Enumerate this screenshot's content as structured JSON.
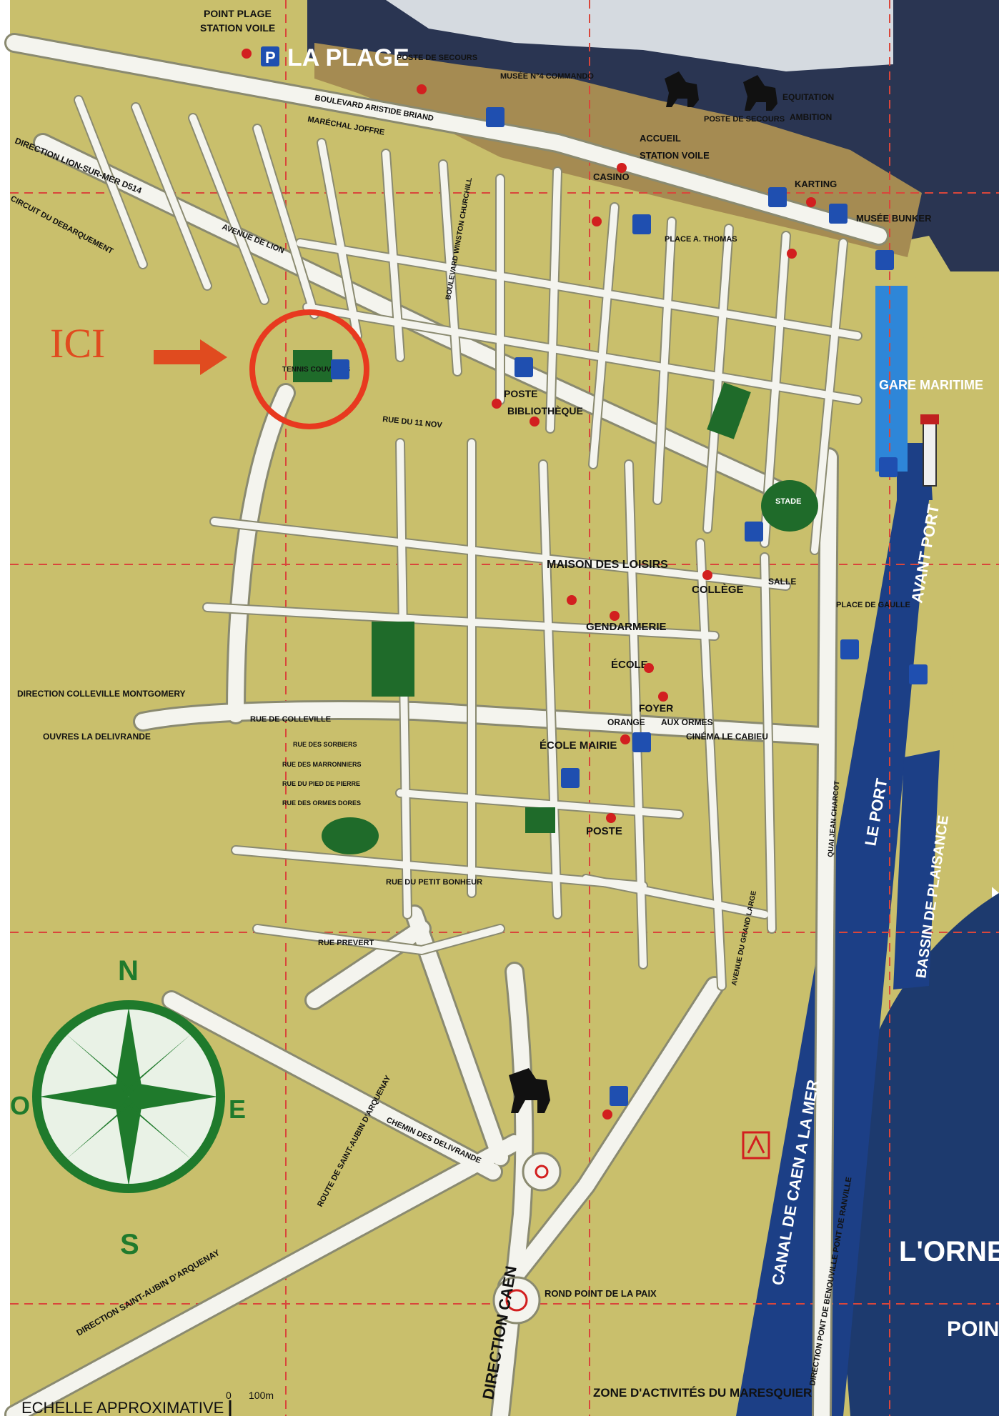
{
  "map": {
    "top_labels": {
      "point_plage": "POINT PLAGE",
      "station_voile": "STATION VOILE",
      "la_plage": "LA PLAGE",
      "poste_secours_top": "POSTE DE SECOURS",
      "musee": "MUSÉE N°4 COMMANDO",
      "poste_secours_beach": "POSTE DE SECOURS",
      "accueil": "ACCUEIL",
      "station_voile_2": "STATION VOILE",
      "equitation": "EQUITATION",
      "equitation_2": "AMBITION",
      "casino": "CASINO",
      "karting": "KARTING",
      "musee_bunker": "MUSÉE BUNKER",
      "place_thomas": "PLACE A. THOMAS"
    },
    "you_are_here": "ICI",
    "tennis": "TENNIS COUVERTS",
    "directions": {
      "lion": "DIRECTION LION-SUR-MER D514",
      "circuit": "CIRCUIT DU DEBARQUEMENT",
      "colleville": "DIRECTION COLLEVILLE MONTGOMERY",
      "ouvres": "OUVRES LA DELIVRANDE",
      "saint_aubin": "DIRECTION SAINT-AUBIN D'ARQUENAY",
      "caen": "DIRECTION CAEN",
      "pegasus": "DIRECTION PONT DE BENOUVILLE PONT DE RANVILLE"
    },
    "places": {
      "poste": "POSTE",
      "bibliotheque": "BIBLIOTHÈQUE",
      "maison_loisirs": "MAISON DES LOISIRS",
      "college": "COLLÈGE",
      "gendarmerie": "GENDARMERIE",
      "ecole": "ÉCOLE",
      "foyer": "FOYER",
      "orange": "ORANGE",
      "aux_ormes": "AUX ORMES",
      "cinema": "CINÉMA LE CABIEU",
      "ecole_mairie": "ÉCOLE MAIRIE",
      "poste_2": "POSTE",
      "gare_maritime": "GARE MARITIME",
      "salle": "SALLE",
      "stade": "STADE",
      "place_gaulle": "PLACE DE GAULLE",
      "rond_point": "ROND POINT DE LA PAIX",
      "zone": "ZONE D'ACTIVITÉS DU MARESQUIER"
    },
    "water": {
      "avant_port": "AVANT PORT",
      "le_port": "LE PORT",
      "bassin": "BASSIN DE PLAISANCE",
      "canal": "CANAL DE CAEN A LA MER",
      "orne": "L'ORNE",
      "point": "POIN"
    },
    "streets": {
      "boulevard_aristide": "BOULEVARD ARISTIDE BRIAND",
      "marechal_joffre": "MARÉCHAL JOFFRE",
      "rue_du_11_nov": "RUE DU 11 NOV",
      "rue_de_colleville": "RUE DE COLLEVILLE",
      "rue_prevert": "RUE PREVERT",
      "rue_du_petit_bonheur": "RUE DU PETIT BONHEUR",
      "chemin_delivrande": "CHEMIN DES DELIVRANDE",
      "route_saint_aubin": "ROUTE DE SAINT-AUBIN D'ARQUENAY",
      "avenue_lion": "AVENUE DE LION",
      "rue_des_sorbiers": "RUE DES SORBIERS",
      "rue_des_marronniers": "RUE DES MARRONNIERS",
      "rue_pied_pierre": "RUE DU PIED DE PIERRE",
      "rue_ormes_dores": "RUE DES ORMES DORES",
      "avenue_grand_large": "AVENUE DU GRAND LARGE",
      "quai_charcot": "QUAI JEAN CHARCOT",
      "boulevard_winston": "BOULEVARD WINSTON CHURCHILL"
    },
    "compass": {
      "n": "N",
      "s": "S",
      "e": "E",
      "o": "O"
    },
    "scale": {
      "label": "ECHELLE APPROXIMATIVE",
      "zero": "0",
      "len": "100m"
    },
    "colors": {
      "land": "#c9bf6c",
      "sea": "#1d3a6e",
      "canal": "#1c3f86",
      "road": "#f4f4ee",
      "marker": "#d21f1f",
      "park": "#1f6b2a",
      "parking": "#1f4fb0",
      "beach": "#a58b52"
    }
  }
}
